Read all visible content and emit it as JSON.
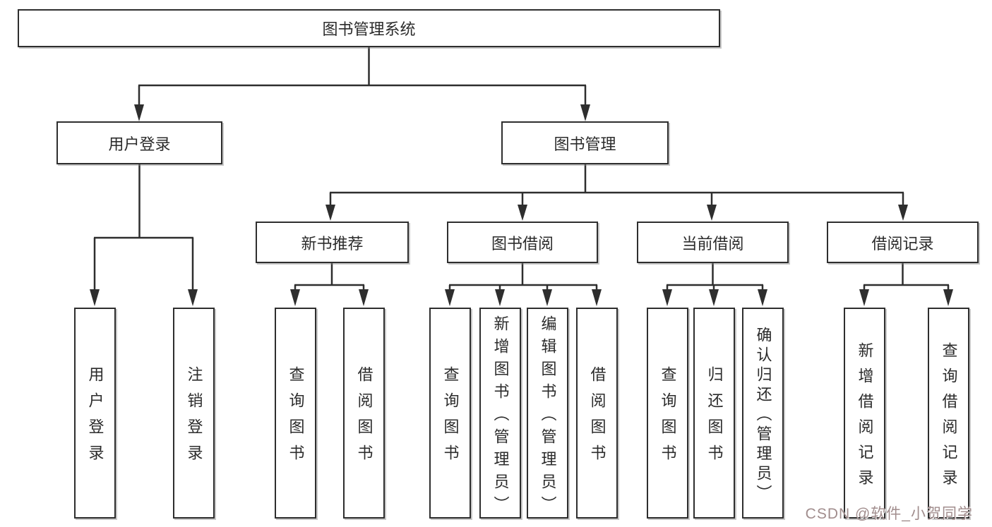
{
  "colors": {
    "line": "#2e2e2e",
    "box_border": "#2e2e2e",
    "box_background": "#ffffff",
    "text": "#2b2b2b",
    "watermark": "#a18d8d"
  },
  "watermark": {
    "text": "CSDN @软件_小贺同学"
  },
  "tree": {
    "label": "图书管理系统",
    "children": [
      {
        "label": "用户登录",
        "children": [
          {
            "label": "用户登录"
          },
          {
            "label": "注销登录"
          }
        ]
      },
      {
        "label": "图书管理",
        "children": [
          {
            "label": "新书推荐",
            "children": [
              {
                "label": "查询图书"
              },
              {
                "label": "借阅图书"
              }
            ]
          },
          {
            "label": "图书借阅",
            "children": [
              {
                "label": "查询图书"
              },
              {
                "label": "新增图书（管理员）"
              },
              {
                "label": "编辑图书（管理员）"
              },
              {
                "label": "借阅图书"
              }
            ]
          },
          {
            "label": "当前借阅",
            "children": [
              {
                "label": "查询图书"
              },
              {
                "label": "归还图书"
              },
              {
                "label": "确认归还（管理员）"
              }
            ]
          },
          {
            "label": "借阅记录",
            "children": [
              {
                "label": "新增借阅记录"
              },
              {
                "label": "查询借阅记录"
              }
            ]
          }
        ]
      }
    ]
  }
}
